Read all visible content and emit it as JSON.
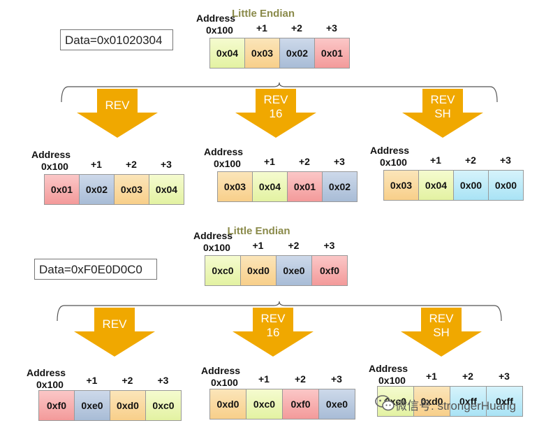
{
  "colors": {
    "arrow": "#f0a800",
    "yellow": "#e8f4b0",
    "orange": "#f9d796",
    "blue": "#b3c5dc",
    "red": "#f5a9a9",
    "cyan": "#b8e8f7",
    "little_endian_label": "#8a8a4a"
  },
  "labels": {
    "address": "Address",
    "base": "0x100",
    "offsets": [
      "+1",
      "+2",
      "+3"
    ],
    "little_endian": "Little Endian"
  },
  "sections": [
    {
      "data_text": "Data=0x01020304",
      "source": [
        "0x04",
        "0x03",
        "0x02",
        "0x01"
      ],
      "ops": [
        {
          "name": [
            "REV",
            ""
          ],
          "result": [
            "0x01",
            "0x02",
            "0x03",
            "0x04"
          ]
        },
        {
          "name": [
            "REV",
            "16"
          ],
          "result": [
            "0x03",
            "0x04",
            "0x01",
            "0x02"
          ]
        },
        {
          "name": [
            "REV",
            "SH"
          ],
          "result": [
            "0x03",
            "0x04",
            "0x00",
            "0x00"
          ]
        }
      ]
    },
    {
      "data_text": "Data=0xF0E0D0C0",
      "source": [
        "0xc0",
        "0xd0",
        "0xe0",
        "0xf0"
      ],
      "ops": [
        {
          "name": [
            "REV",
            ""
          ],
          "result": [
            "0xf0",
            "0xe0",
            "0xd0",
            "0xc0"
          ]
        },
        {
          "name": [
            "REV",
            "16"
          ],
          "result": [
            "0xd0",
            "0xc0",
            "0xf0",
            "0xe0"
          ]
        },
        {
          "name": [
            "REV",
            "SH"
          ],
          "result": [
            "0xc0",
            "0xd0",
            "0xff",
            "0xff"
          ]
        }
      ]
    }
  ],
  "watermark": "微信号: strongerHuang"
}
